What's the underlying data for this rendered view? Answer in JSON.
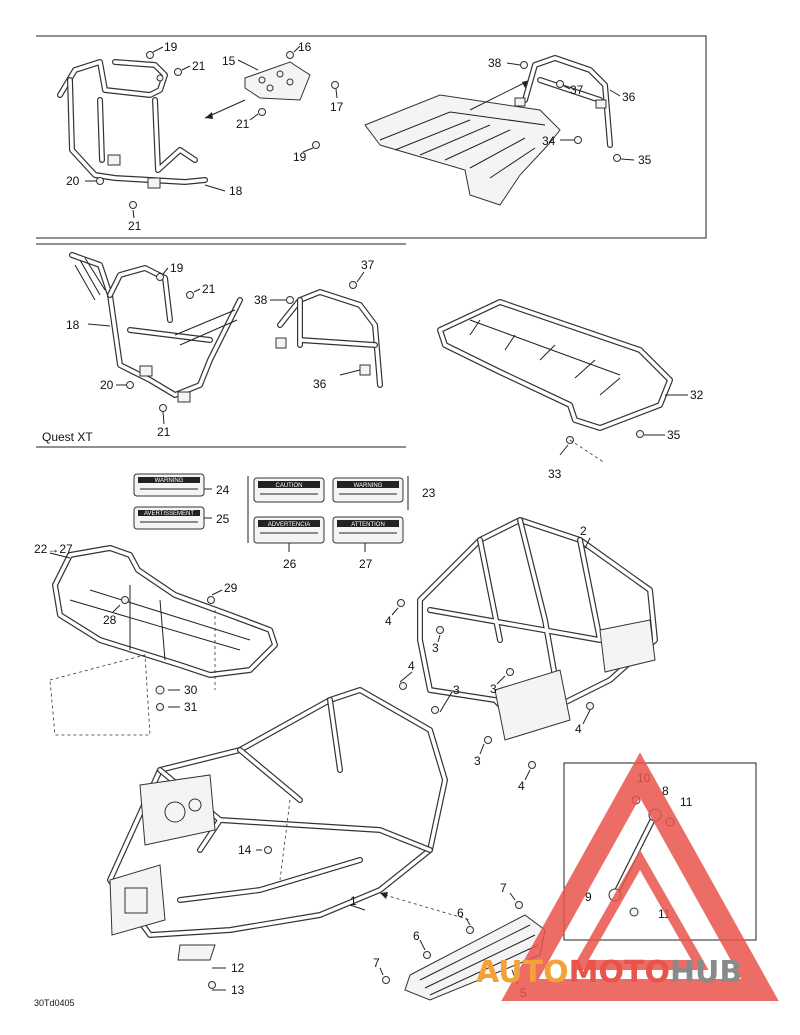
{
  "diagram": {
    "section_caption": "Quest XT",
    "drawing_code": "30Td0405",
    "watermark": {
      "prefix": "AUTO",
      "middle": "MOTO",
      "suffix": "HUB",
      "red": "#e8534a",
      "orange": "#f3a23a",
      "gray": "#8a8a8a"
    },
    "callouts": {
      "c1": "1",
      "c2": "2",
      "c3a": "3",
      "c3b": "3",
      "c3c": "3",
      "c3d": "3",
      "c4a": "4",
      "c4b": "4",
      "c4c": "4",
      "c4d": "4",
      "c5": "5",
      "c6a": "6",
      "c6b": "6",
      "c7a": "7",
      "c7b": "7",
      "c8": "8",
      "c9": "9",
      "c10": "10",
      "c11a": "11",
      "c11b": "11",
      "c12": "12",
      "c13": "13",
      "c14": "14",
      "c15": "15",
      "c16": "16",
      "c17": "17",
      "c18a": "18",
      "c18b": "18",
      "c19a": "19",
      "c19b": "19",
      "c19c": "19",
      "c20a": "20",
      "c20b": "20",
      "c21a": "21",
      "c21b": "21",
      "c21c": "21",
      "c21d": "21",
      "c21e": "21",
      "c22_27": "22→27",
      "c23": "23",
      "c24": "24",
      "c25": "25",
      "c26": "26",
      "c27": "27",
      "c28": "28",
      "c29": "29",
      "c30": "30",
      "c31": "31",
      "c32": "32",
      "c33": "33",
      "c34": "34",
      "c35a": "35",
      "c35b": "35",
      "c36a": "36",
      "c36b": "36",
      "c37a": "37",
      "c37b": "37",
      "c38a": "38",
      "c38b": "38"
    },
    "decals": {
      "d24": "WARNING",
      "d25": "AVERTISSEMENT",
      "d23a": "CAUTION",
      "d23b": "WARNING",
      "d26": "ADVERTENCIA",
      "d27": "ATTENTION"
    }
  }
}
